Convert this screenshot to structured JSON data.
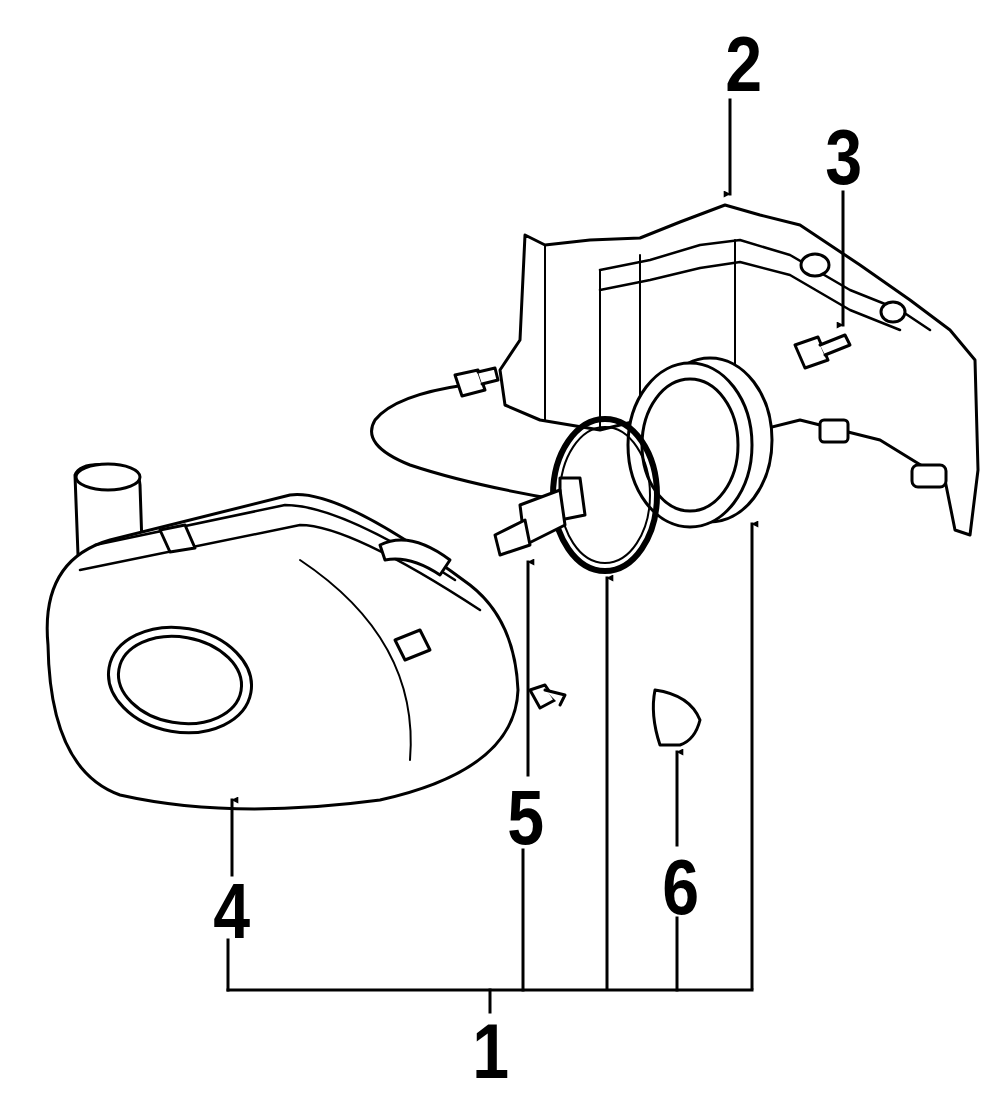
{
  "diagram": {
    "labels": [
      "2",
      "3",
      "5",
      "6",
      "4",
      "1"
    ]
  }
}
